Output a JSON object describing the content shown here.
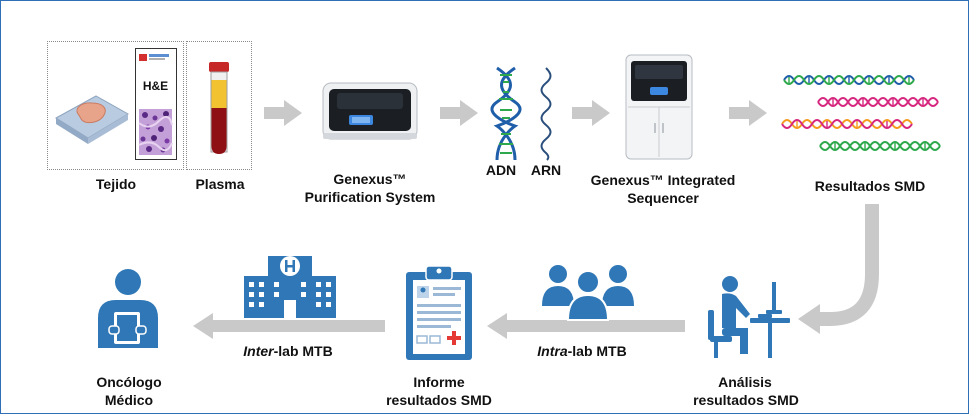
{
  "colors": {
    "border": "#2e6fb5",
    "arrow": "#c9c9c9",
    "people_blue": "#2f77b6",
    "dna_blue": "#1f5ea8",
    "dna_green": "#2da84a",
    "dna_pink": "#d6287f",
    "dna_orange": "#f39c1f",
    "blood_red": "#8f1014",
    "plasma_yellow": "#f2c230",
    "cross_red": "#e53935"
  },
  "icons": [
    "tissue-slide-icon",
    "he-slide-icon",
    "blood-tube-icon",
    "purification-instrument-icon",
    "dna-helix-icon",
    "rna-strand-icon",
    "sequencer-instrument-icon",
    "smd-results-icon",
    "analyst-workstation-icon",
    "team-group-icon",
    "clipboard-report-icon",
    "hospital-icon",
    "oncologist-icon"
  ],
  "labels": {
    "tejido": "Tejido",
    "plasma": "Plasma",
    "he_slide": "H&E",
    "purification_1": "Genexus™",
    "purification_2": "Purification System",
    "adn": "ADN",
    "arn": "ARN",
    "sequencer_1": "Genexus™ Integrated",
    "sequencer_2": "Sequencer",
    "results": "Resultados SMD",
    "analysis_1": "Análisis",
    "analysis_2": "resultados SMD",
    "intra_em": "Intra",
    "intra_rest": "-lab MTB",
    "report_1": "Informe",
    "report_2": "resultados SMD",
    "inter_em": "Inter",
    "inter_rest": "-lab MTB",
    "onco_1": "Oncólogo",
    "onco_2": "Médico"
  }
}
